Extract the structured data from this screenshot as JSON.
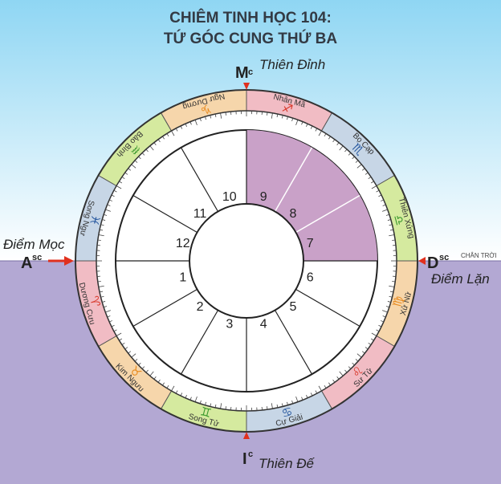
{
  "title": {
    "line1": "CHIÊM TINH HỌC 104:",
    "line2": "TỨ GÓC CUNG THỨ BA"
  },
  "angles": {
    "mc": {
      "abbr": "M",
      "sup": "c",
      "label": "Thiên Đỉnh"
    },
    "ic": {
      "abbr": "I",
      "sup": "c",
      "label": "Thiên Đế"
    },
    "asc": {
      "abbr": "A",
      "sup": "sc",
      "label": "Điểm Mọc"
    },
    "dsc": {
      "abbr": "D",
      "sup": "sc",
      "label": "Điểm Lặn"
    }
  },
  "horizon_label": "CHÂN TRỜI",
  "colors": {
    "sky_top": "#8fd6f3",
    "sky_bottom": "#ffffff",
    "ground": "#b3a8d3",
    "highlight": "#c9a1c8",
    "arrow": "#e0301e"
  },
  "signs": [
    {
      "name": "Nhân Mã",
      "glyph": "♐",
      "color": "#f1bcc4",
      "glyph_color": "#d8382a"
    },
    {
      "name": "Bọ Cạp",
      "glyph": "♏",
      "color": "#c7d6e6",
      "glyph_color": "#2a5aa0"
    },
    {
      "name": "Thiên Xứng",
      "glyph": "♎",
      "color": "#d5ea9f",
      "glyph_color": "#3c9a2e"
    },
    {
      "name": "Xử Nữ",
      "glyph": "♍",
      "color": "#f6d6ab",
      "glyph_color": "#e88a1e"
    },
    {
      "name": "Sư Tử",
      "glyph": "♌",
      "color": "#f1bcc4",
      "glyph_color": "#d8382a"
    },
    {
      "name": "Cự Giải",
      "glyph": "♋",
      "color": "#c7d6e6",
      "glyph_color": "#2a5aa0"
    },
    {
      "name": "Song Tử",
      "glyph": "♊",
      "color": "#d5ea9f",
      "glyph_color": "#3c9a2e"
    },
    {
      "name": "Kim Ngưu",
      "glyph": "♉",
      "color": "#f6d6ab",
      "glyph_color": "#e88a1e"
    },
    {
      "name": "Dương Cưu",
      "glyph": "♈",
      "color": "#f1bcc4",
      "glyph_color": "#d8382a"
    },
    {
      "name": "Song Ngư",
      "glyph": "♓",
      "color": "#c7d6e6",
      "glyph_color": "#2a5aa0"
    },
    {
      "name": "Bảo Bình",
      "glyph": "♒",
      "color": "#d5ea9f",
      "glyph_color": "#3c9a2e"
    },
    {
      "name": "Ngư Dương",
      "glyph": "♑",
      "color": "#f6d6ab",
      "glyph_color": "#e88a1e"
    }
  ],
  "houses": [
    {
      "num": "1",
      "highlight": false
    },
    {
      "num": "2",
      "highlight": false
    },
    {
      "num": "3",
      "highlight": false
    },
    {
      "num": "4",
      "highlight": false
    },
    {
      "num": "5",
      "highlight": false
    },
    {
      "num": "6",
      "highlight": false
    },
    {
      "num": "7",
      "highlight": true
    },
    {
      "num": "8",
      "highlight": true
    },
    {
      "num": "9",
      "highlight": true
    },
    {
      "num": "10",
      "highlight": false
    },
    {
      "num": "11",
      "highlight": false
    },
    {
      "num": "12",
      "highlight": false
    }
  ]
}
